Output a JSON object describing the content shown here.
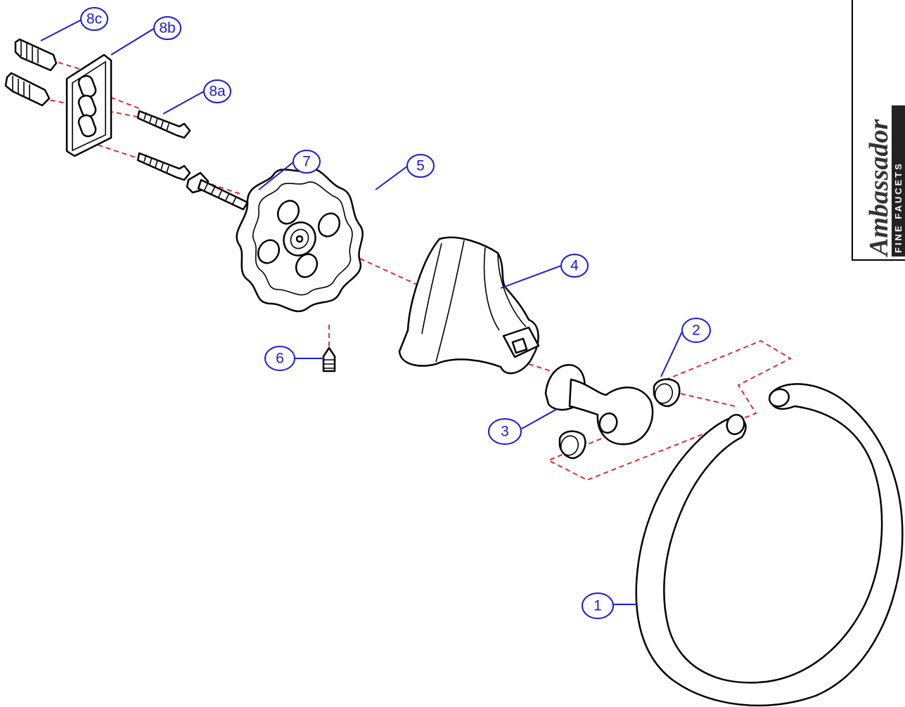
{
  "callouts": {
    "c1": "1",
    "c2": "2",
    "c3": "3",
    "c4": "4",
    "c5": "5",
    "c6": "6",
    "c7": "7",
    "c8a": "8a",
    "c8b": "8b",
    "c8c": "8c"
  },
  "logo": {
    "word": "Ambassador",
    "sub": "FINE FAUCETS"
  },
  "colors": {
    "callout": "#1a1adb",
    "assembly_line": "#e8141c",
    "outline": "#000000"
  }
}
